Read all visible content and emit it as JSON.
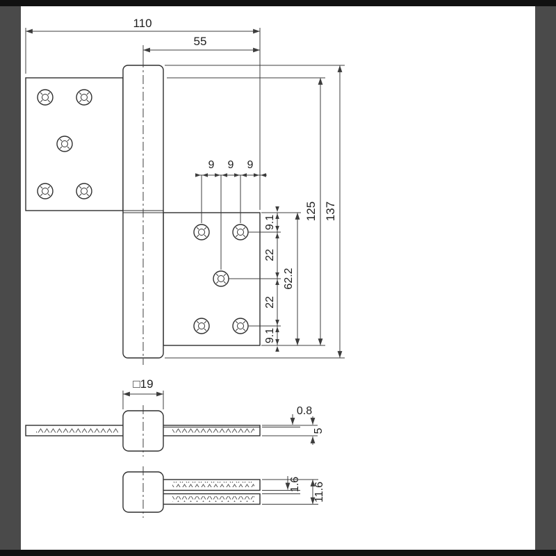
{
  "meta": {
    "title": "hinge-technical-drawing"
  },
  "colors": {
    "background": "#ffffff",
    "frame_side": "#4a4a4a",
    "frame_band": "#111111",
    "line": "#3c3c3c"
  },
  "plan_view": {
    "dim_width_total": "110",
    "dim_width_half": "55",
    "dim_hole_pitch_1": "9",
    "dim_hole_pitch_2": "9",
    "dim_hole_pitch_3": "9",
    "dim_height_leaf": "125",
    "dim_height_total": "137",
    "dim_edge_top": "9.1",
    "dim_pitch_top": "22",
    "dim_leaf_span": "62.2",
    "dim_pitch_bottom": "22",
    "dim_edge_bottom": "9.1"
  },
  "closed_view": {
    "dim_knuckle_square": "□19",
    "dim_offset": "0.8",
    "dim_thickness": "5"
  },
  "open_view": {
    "dim_gap": "1.6",
    "dim_stack": "11.6"
  }
}
